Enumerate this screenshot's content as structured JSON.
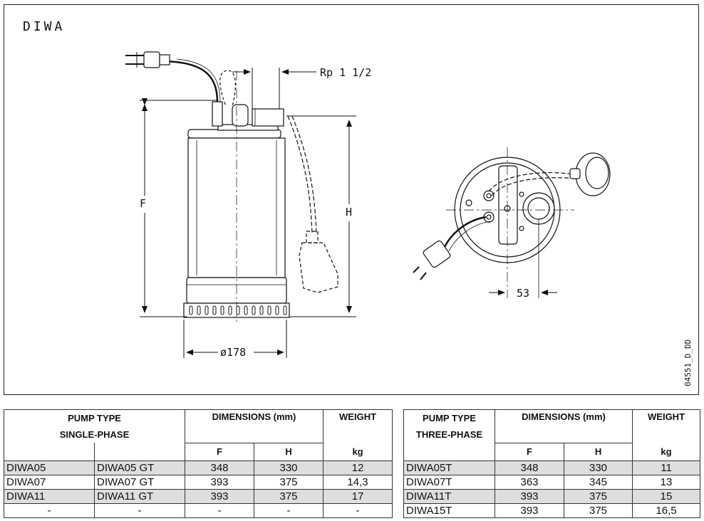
{
  "drawing": {
    "title": "DIWA",
    "thread_label": "Rp 1 1/2",
    "label_f": "F",
    "label_h": "H",
    "diameter_label": "ø178",
    "offset_label": "53",
    "drawing_number": "04551_D_DD"
  },
  "single_phase_table": {
    "header_line1": "PUMP TYPE",
    "header_line2": "SINGLE-PHASE",
    "dimensions_header": "DIMENSIONS (mm)",
    "weight_header": "WEIGHT",
    "col_f": "F",
    "col_h": "H",
    "col_kg": "kg",
    "rows": [
      {
        "type": "DIWA05",
        "type_gt": "DIWA05 GT",
        "f": "348",
        "h": "330",
        "kg": "12"
      },
      {
        "type": "DIWA07",
        "type_gt": "DIWA07 GT",
        "f": "393",
        "h": "375",
        "kg": "14,3"
      },
      {
        "type": "DIWA11",
        "type_gt": "DIWA11 GT",
        "f": "393",
        "h": "375",
        "kg": "17"
      },
      {
        "type": "-",
        "type_gt": "-",
        "f": "-",
        "h": "-",
        "kg": "-"
      }
    ]
  },
  "three_phase_table": {
    "header_line1": "PUMP TYPE",
    "header_line2": "THREE-PHASE",
    "dimensions_header": "DIMENSIONS (mm)",
    "weight_header": "WEIGHT",
    "col_f": "F",
    "col_h": "H",
    "col_kg": "kg",
    "rows": [
      {
        "type": "DIWA05T",
        "f": "348",
        "h": "330",
        "kg": "11"
      },
      {
        "type": "DIWA07T",
        "f": "363",
        "h": "345",
        "kg": "13"
      },
      {
        "type": "DIWA11T",
        "f": "393",
        "h": "375",
        "kg": "15"
      },
      {
        "type": "DIWA15T",
        "f": "393",
        "h": "375",
        "kg": "16,5"
      }
    ]
  }
}
